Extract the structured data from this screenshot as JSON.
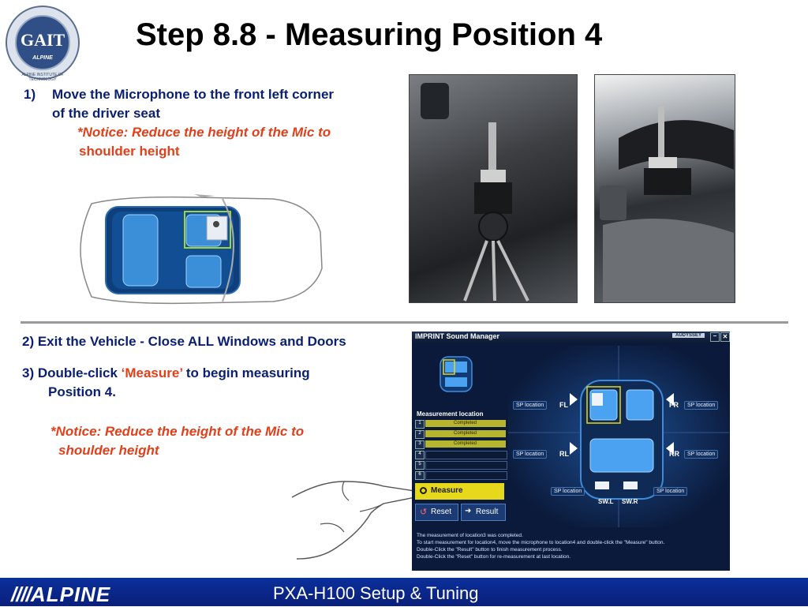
{
  "slide": {
    "title": "Step 8.8 - Measuring Position 4",
    "step1_num": "1)",
    "step1_line1": "Move the Microphone to the front left corner",
    "step1_line2": "of the driver seat",
    "notice1_line1": "*Notice: Reduce the height of the Mic to",
    "notice1_line2": "shoulder height",
    "step2": "2) Exit the Vehicle - Close ALL Windows and Doors",
    "step3_pre": "3) Double-click ",
    "step3_measure": "‘Measure’",
    "step3_post": " to begin measuring",
    "step3_line2": "Position 4.",
    "notice2_line1": "*Notice: Reduce the height of the Mic to",
    "notice2_line2": "shoulder height"
  },
  "logo": {
    "text": "GAIT",
    "ring": "ALPINE INSTITUTE OF TECHNOLOGY",
    "sub": "ALPINE"
  },
  "footer": {
    "brand": "ALPINE",
    "product": "PXA-H100 Setup & Tuning"
  },
  "app": {
    "title": "IMPRINT Sound Manager",
    "brand": "AUDYSSEY",
    "measurement_location_label": "Measurement location",
    "locations": [
      {
        "num": "1",
        "status": "Completed"
      },
      {
        "num": "2",
        "status": "Completed"
      },
      {
        "num": "3",
        "status": "Completed"
      },
      {
        "num": "4",
        "status": ""
      },
      {
        "num": "5",
        "status": ""
      },
      {
        "num": "6",
        "status": ""
      }
    ],
    "measure_label": "Measure",
    "reset_label": "Reset",
    "result_label": "Result",
    "sp_location": "SP location",
    "fl": "FL",
    "fr": "FR",
    "rl": "RL",
    "rr": "RR",
    "swl": "SW.L",
    "swr": "SW.R",
    "status_line1": "The measurement of location3 was completed.",
    "status_line2": "To start measurement for location4, move the microphone to location4 and double-click the \"Measure\" button.",
    "status_line3": "Double-Click the \"Result\" button to finish measurement process.",
    "status_line4": "Double-Click the \"Reset\" button for re-measurement at last location."
  },
  "colors": {
    "navy": "#0a1f73",
    "notice_red": "#e0401a",
    "footer_blue": "#0a2f9a",
    "measure_yellow": "#e6d81a"
  }
}
